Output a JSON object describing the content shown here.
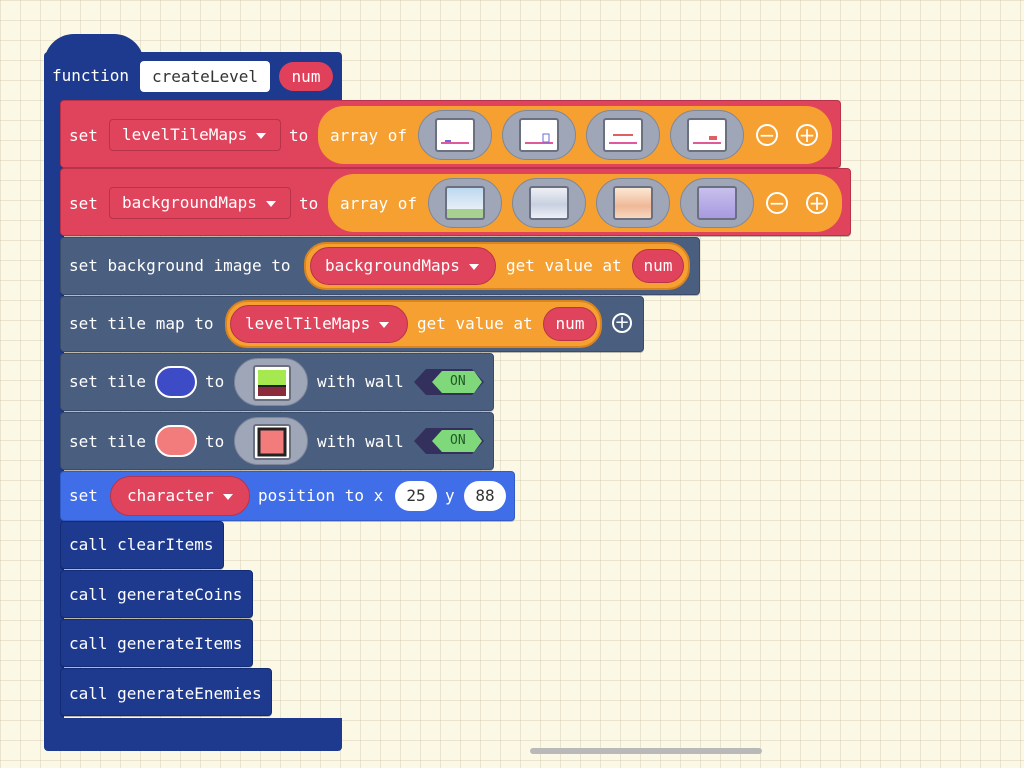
{
  "function_block": {
    "keyword": "function",
    "name": "createLevel",
    "param": "num"
  },
  "blocks": {
    "level_tile_maps": {
      "set": "set",
      "variable": "levelTileMaps",
      "to": "to",
      "array_of": "array of"
    },
    "background_maps": {
      "set": "set",
      "variable": "backgroundMaps",
      "to": "to",
      "array_of": "array of"
    },
    "set_background": {
      "label": "set background image to",
      "variable": "backgroundMaps",
      "get_value_at": "get value at",
      "index": "num"
    },
    "set_tilemap": {
      "label": "set tile map to",
      "variable": "levelTileMaps",
      "get_value_at": "get value at",
      "index": "num"
    },
    "set_tile_1": {
      "set_tile": "set tile",
      "to": "to",
      "with_wall": "with wall",
      "toggle": "ON",
      "tile_color": "#3d4cc6"
    },
    "set_tile_2": {
      "set_tile": "set tile",
      "to": "to",
      "with_wall": "with wall",
      "toggle": "ON",
      "tile_color": "#f27c7c"
    },
    "set_position": {
      "set": "set",
      "sprite": "character",
      "position_to_x": "position to x",
      "x": "25",
      "y_label": "y",
      "y": "88"
    },
    "calls": [
      "call clearItems",
      "call generateCoins",
      "call generateItems",
      "call generateEnemies"
    ]
  },
  "colors": {
    "function_navy": "#1e3a8f",
    "variables_red": "#e0445c",
    "arrays_orange": "#f5a030",
    "scene_slate": "#4a5e80",
    "sprites_blue": "#3f6ee8",
    "toggle_green": "#7fd87a"
  },
  "icons": [
    "minus-circle-icon",
    "plus-circle-icon",
    "dropdown-caret-icon",
    "tilemap-thumbnail-icon",
    "background-thumbnail-icon",
    "tile-image-icon"
  ]
}
